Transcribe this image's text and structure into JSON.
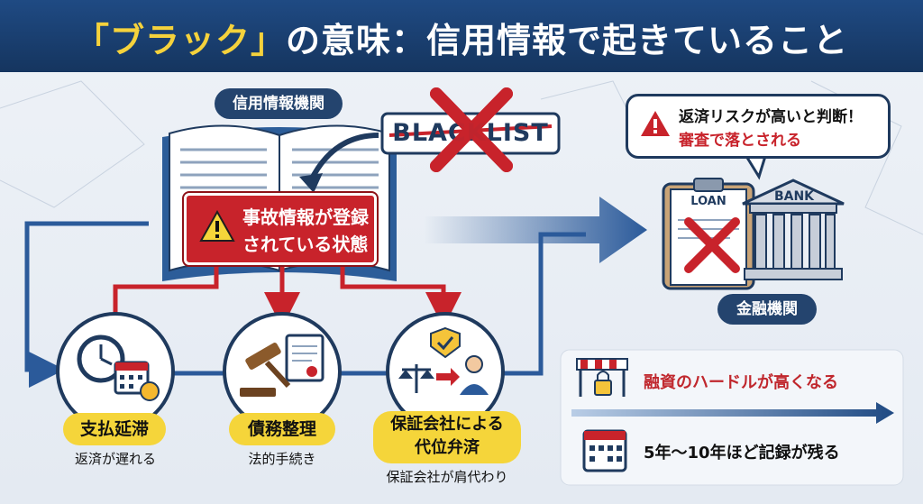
{
  "header": {
    "title_q_open": "「",
    "title_word": "ブラック",
    "title_q_close": "」",
    "title_rest": "の意味：信用情報で起きていること"
  },
  "credit_bureau": {
    "label": "信用情報機関",
    "alert_line1": "事故情報が登録",
    "alert_line2": "されている状態"
  },
  "blacklist_stamp": "BLACKLIST",
  "causes": [
    {
      "title": "支払延滞",
      "desc": "返済が遅れる"
    },
    {
      "title": "債務整理",
      "desc": "法的手続き"
    },
    {
      "title_line1": "保証会社による",
      "title_line2": "代位弁済",
      "desc": "保証会社が肩代わり"
    }
  ],
  "financial": {
    "bubble_line1": "返済リスクが高いと判断！",
    "bubble_line2": "審査で落とされる",
    "loan_label": "LOAN",
    "bank_label": "BANK",
    "institution_label": "金融機関"
  },
  "effects": [
    {
      "text": "融資のハードルが高くなる",
      "color": "#c0272d"
    },
    {
      "text": "5年〜10年ほど記録が残る",
      "color": "#111111"
    }
  ],
  "colors": {
    "navy": "#1f3a5e",
    "red": "#c8232b",
    "yellow": "#f5d53a",
    "blue": "#2b5a9a"
  }
}
